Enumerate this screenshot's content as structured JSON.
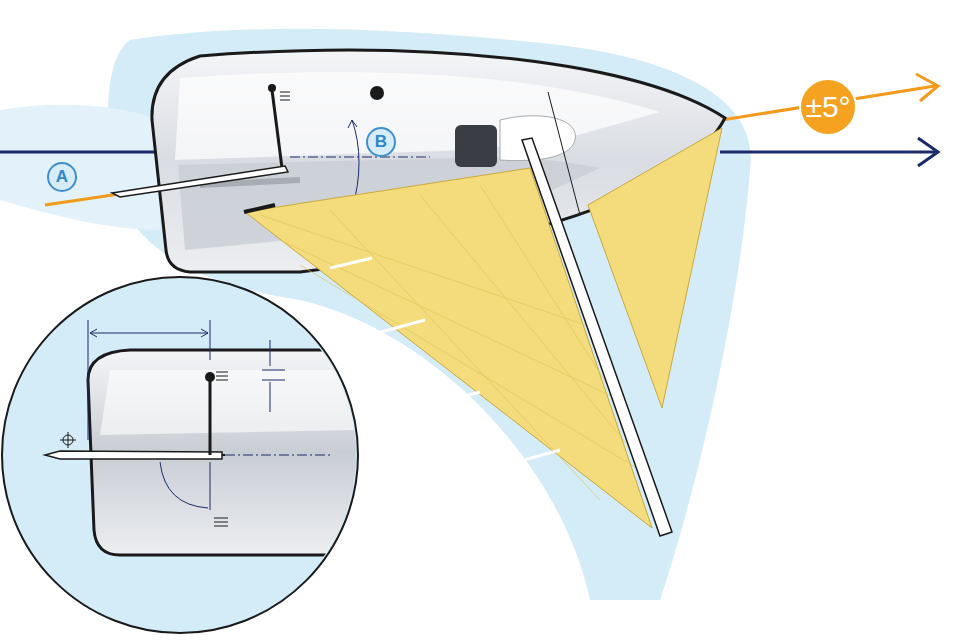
{
  "diagram": {
    "nodes": [
      {
        "text": [
          "A"
        ]
      },
      {
        "text": [
          "B"
        ]
      },
      {
        "text": [
          "±5°"
        ]
      }
    ]
  }
}
